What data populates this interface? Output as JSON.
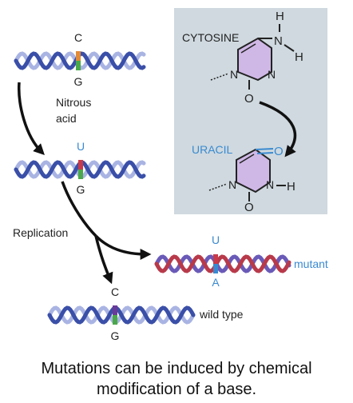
{
  "diagram": {
    "top_helix": {
      "top_base": "C",
      "bottom_base": "G"
    },
    "step_label_1": "Nitrous",
    "step_label_2": "acid",
    "middle_helix": {
      "top_base": "U",
      "bottom_base": "G"
    },
    "replication_label": "Replication",
    "mutant_helix": {
      "top_base": "U",
      "bottom_base": "A",
      "label": "mutant"
    },
    "wildtype_helix": {
      "top_base": "C",
      "bottom_base": "G",
      "label": "wild type"
    },
    "inset": {
      "cytosine_label": "CYTOSINE",
      "uracil_label": "URACIL",
      "atoms": {
        "H": "H",
        "N": "N",
        "O": "O"
      }
    }
  },
  "caption": {
    "line1": "Mutations can be induced by chemical",
    "line2": "modification of a base."
  },
  "colors": {
    "inset_bg": "#cfd9df",
    "helix_blue": "#3a4fa8",
    "helix_purple": "#6a5ab8",
    "helix_light": "#a9b4e3",
    "helix_red": "#b83a4a",
    "uracil_blue": "#3a8ad0",
    "ring_fill": "#cfb8e6"
  }
}
